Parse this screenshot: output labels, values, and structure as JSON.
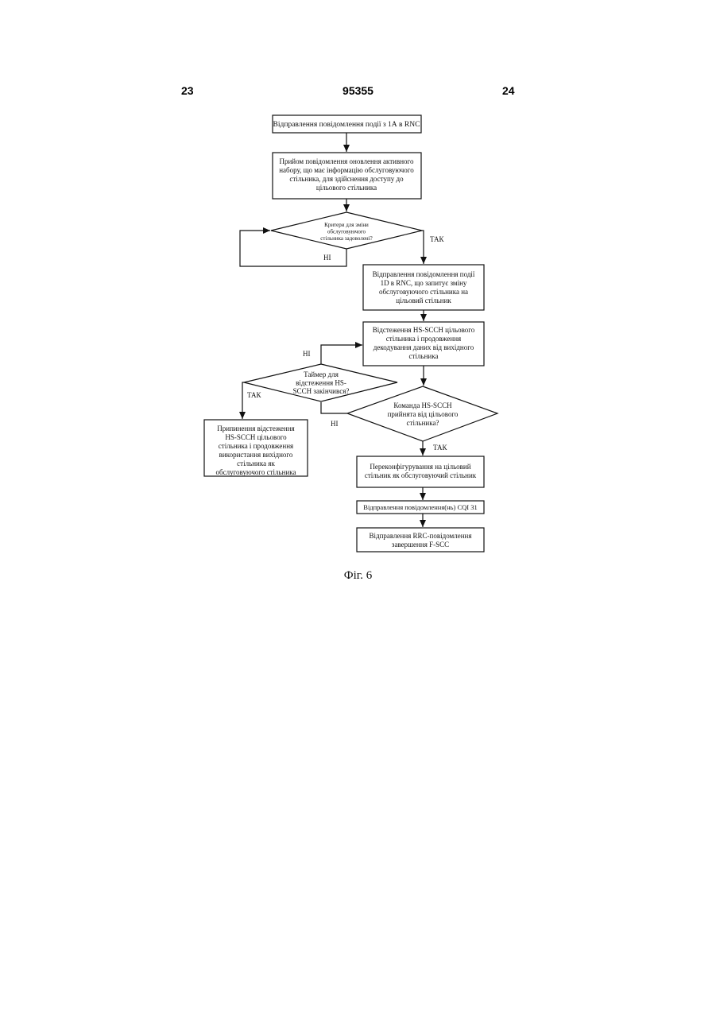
{
  "header": {
    "left": "23",
    "center": "95355",
    "right": "24"
  },
  "steps": {
    "send_1a": [
      "Відправлення повідомлення події з 1А в RNC"
    ],
    "receive_update": [
      "Прийом повідомлення оновлення активного",
      "набору, що має інформацію обслуговуючого",
      "стільника, для здійснення доступу до",
      "цільового стільника"
    ],
    "criteria": [
      "Критери для зміни",
      "обслуговуючого",
      "стільника задоволені?"
    ],
    "send_1d": [
      "Відправлення повідомлення події",
      "1D в RNC, що запитує зміну",
      "обслуговуючого стільника на",
      "цільовий стільник"
    ],
    "monitor": [
      "Відстеження HS-SCCH цільового",
      "стільника і продовження",
      "декодування даних від вихідного",
      "стільника"
    ],
    "timer": [
      "Таймер для",
      "відстеження HS-",
      "SCCH закінчився?"
    ],
    "command": [
      "Команда HS-SCCH",
      "прийнята від цільового",
      "стільника?"
    ],
    "stop_monitor": [
      "Припинення відстеження",
      "HS-SCCH цільового",
      "стільника і продовження",
      "використання вихідного",
      "стільника як",
      "обслуговуючого стільника"
    ],
    "reconfigure": [
      "Переконфігурування на цільовий",
      "стільник як обслуговуючий стільник"
    ],
    "send_cqi": [
      "Відправлення повідомлення(нь) CQI 31"
    ],
    "send_rrc": [
      "Відправлення RRC-повідомлення",
      "завершення F-SCC"
    ]
  },
  "labels": {
    "criteria_yes": "ТАК",
    "criteria_no": "НІ",
    "timer_no": "НІ",
    "timer_yes": "ТАК",
    "command_no": "НІ",
    "command_yes": "ТАК"
  },
  "caption": "Фіг. 6"
}
